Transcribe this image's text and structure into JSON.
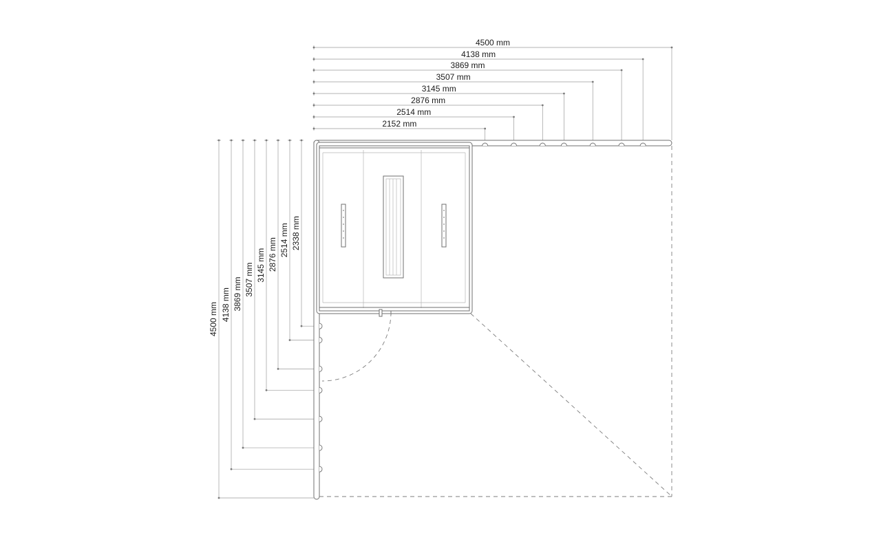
{
  "units": "mm",
  "horizontal_dimensions": [
    {
      "label": "4500 mm",
      "value_mm": 4500
    },
    {
      "label": "4138 mm",
      "value_mm": 4138
    },
    {
      "label": "3869 mm",
      "value_mm": 3869
    },
    {
      "label": "3507 mm",
      "value_mm": 3507
    },
    {
      "label": "3145 mm",
      "value_mm": 3145
    },
    {
      "label": "2876 mm",
      "value_mm": 2876
    },
    {
      "label": "2514 mm",
      "value_mm": 2514
    },
    {
      "label": "2152 mm",
      "value_mm": 2152
    }
  ],
  "vertical_dimensions": [
    {
      "label": "4500 mm",
      "value_mm": 4500
    },
    {
      "label": "4138 mm",
      "value_mm": 4138
    },
    {
      "label": "3869 mm",
      "value_mm": 3869
    },
    {
      "label": "3507 mm",
      "value_mm": 3507
    },
    {
      "label": "3145 mm",
      "value_mm": 3145
    },
    {
      "label": "2876 mm",
      "value_mm": 2876
    },
    {
      "label": "2514 mm",
      "value_mm": 2514
    },
    {
      "label": "2338 mm",
      "value_mm": 2338
    }
  ],
  "colors": {
    "wall": "#6f6f6f",
    "dimension_line": "#9a9a9a",
    "text": "#1a1a1a"
  }
}
